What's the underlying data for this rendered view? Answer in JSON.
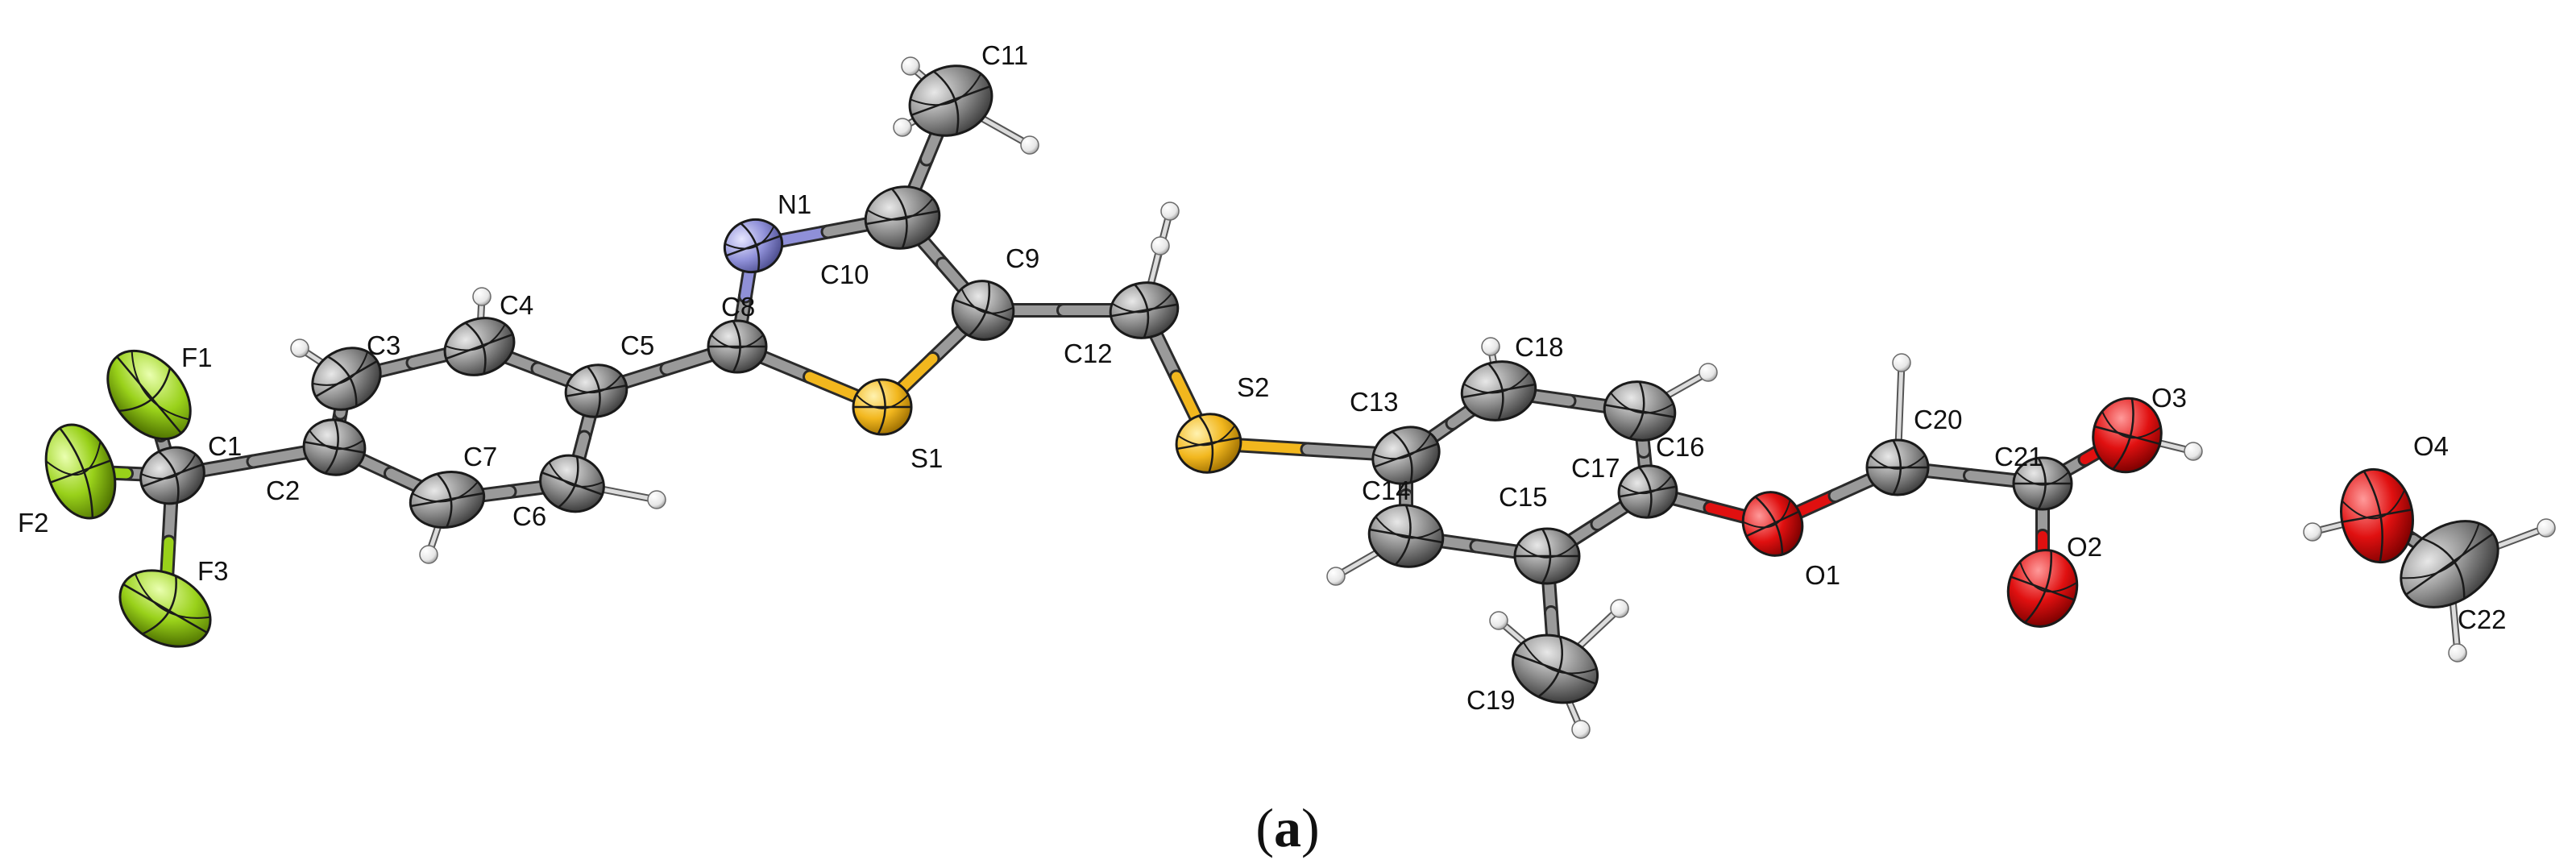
{
  "figure": {
    "caption_open": "(",
    "caption_letter": "a",
    "caption_close": ")"
  },
  "colors": {
    "carbon": "#8c8c8c",
    "hydrogen": "#f2f2f2",
    "nitrogen": "#8f90d8",
    "sulfur": "#f2b71e",
    "oxygen": "#e01010",
    "fluorine": "#99d11a",
    "bond_gray": "#9a9a9a"
  },
  "atoms": [
    {
      "id": "C1",
      "element": "C",
      "label": "C1"
    },
    {
      "id": "C2",
      "element": "C",
      "label": "C2"
    },
    {
      "id": "C3",
      "element": "C",
      "label": "C3"
    },
    {
      "id": "C4",
      "element": "C",
      "label": "C4"
    },
    {
      "id": "C5",
      "element": "C",
      "label": "C5"
    },
    {
      "id": "C6",
      "element": "C",
      "label": "C6"
    },
    {
      "id": "C7",
      "element": "C",
      "label": "C7"
    },
    {
      "id": "C8",
      "element": "C",
      "label": "C8"
    },
    {
      "id": "C9",
      "element": "C",
      "label": "C9"
    },
    {
      "id": "C10",
      "element": "C",
      "label": "C10"
    },
    {
      "id": "C11",
      "element": "C",
      "label": "C11"
    },
    {
      "id": "C12",
      "element": "C",
      "label": "C12"
    },
    {
      "id": "C13",
      "element": "C",
      "label": "C13"
    },
    {
      "id": "C14",
      "element": "C",
      "label": "C14"
    },
    {
      "id": "C15",
      "element": "C",
      "label": "C15"
    },
    {
      "id": "C16",
      "element": "C",
      "label": "C16"
    },
    {
      "id": "C17",
      "element": "C",
      "label": "C17"
    },
    {
      "id": "C18",
      "element": "C",
      "label": "C18"
    },
    {
      "id": "C19",
      "element": "C",
      "label": "C19"
    },
    {
      "id": "C20",
      "element": "C",
      "label": "C20"
    },
    {
      "id": "C21",
      "element": "C",
      "label": "C21"
    },
    {
      "id": "C22",
      "element": "C",
      "label": "C22"
    },
    {
      "id": "N1",
      "element": "N",
      "label": "N1"
    },
    {
      "id": "S1",
      "element": "S",
      "label": "S1"
    },
    {
      "id": "S2",
      "element": "S",
      "label": "S2"
    },
    {
      "id": "O1",
      "element": "O",
      "label": "O1"
    },
    {
      "id": "O2",
      "element": "O",
      "label": "O2"
    },
    {
      "id": "O3",
      "element": "O",
      "label": "O3"
    },
    {
      "id": "O4",
      "element": "O",
      "label": "O4"
    },
    {
      "id": "F1",
      "element": "F",
      "label": "F1"
    },
    {
      "id": "F2",
      "element": "F",
      "label": "F2"
    },
    {
      "id": "F3",
      "element": "F",
      "label": "F3"
    }
  ],
  "bonds": [
    [
      "C1",
      "F1"
    ],
    [
      "C1",
      "F2"
    ],
    [
      "C1",
      "F3"
    ],
    [
      "C1",
      "C2"
    ],
    [
      "C2",
      "C3"
    ],
    [
      "C2",
      "C7"
    ],
    [
      "C3",
      "C4"
    ],
    [
      "C4",
      "C5"
    ],
    [
      "C5",
      "C6"
    ],
    [
      "C6",
      "C7"
    ],
    [
      "C5",
      "C8"
    ],
    [
      "C8",
      "N1"
    ],
    [
      "C8",
      "S1"
    ],
    [
      "N1",
      "C10"
    ],
    [
      "C10",
      "C9"
    ],
    [
      "C9",
      "S1"
    ],
    [
      "C10",
      "C11"
    ],
    [
      "C9",
      "C12"
    ],
    [
      "C12",
      "S2"
    ],
    [
      "S2",
      "C13"
    ],
    [
      "C13",
      "C14"
    ],
    [
      "C13",
      "C18"
    ],
    [
      "C14",
      "C15"
    ],
    [
      "C15",
      "C16"
    ],
    [
      "C16",
      "C17"
    ],
    [
      "C17",
      "C18"
    ],
    [
      "C15",
      "C19"
    ],
    [
      "C16",
      "O1"
    ],
    [
      "O1",
      "C20"
    ],
    [
      "C20",
      "C21"
    ],
    [
      "C21",
      "O2"
    ],
    [
      "C21",
      "O3"
    ],
    [
      "O4",
      "C22"
    ]
  ]
}
